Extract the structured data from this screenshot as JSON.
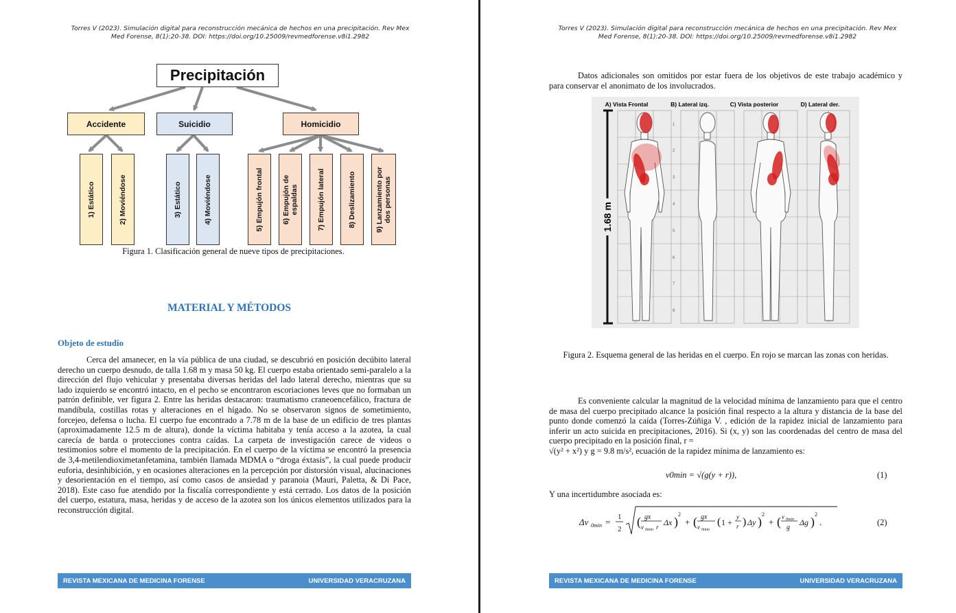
{
  "citation_line1": "Torres V (2023). Simulación digital para reconstrucción mecánica de hechos en una precipitación. Rev Mex",
  "citation_line2": "Med Forense, 8(1):20-38. DOI: https://doi.org/10.25009/revmedforense.v8i1.2982",
  "footer": {
    "left": "REVISTA MEXICANA DE MEDICINA FORENSE",
    "right": "UNIVERSIDAD VERACRUZANA"
  },
  "page1": {
    "diagram": {
      "root": "Precipitación",
      "categories": [
        "Accidente",
        "Suicidio",
        "Homicidio"
      ],
      "leaves": [
        "1) Estático",
        "2) Moviéndose",
        "3) Estático",
        "4) Moviéndose",
        "5) Empujón frontal",
        "6) Empujón de espaldas",
        "7) Empujón lateral",
        "8) Deslizamiento",
        "9) Lanzamiento por dos personas"
      ]
    },
    "figure_caption": "Figura 1. Clasificación general de nueve tipos de precipitaciones.",
    "section_title": "MATERIAL Y MÉTODOS",
    "subsection_title": "Objeto de estudio",
    "body": "Cerca del amanecer, en la vía pública de una ciudad, se descubrió en posición decúbito lateral derecho un cuerpo desnudo, de talla 1.68 m y masa 50 kg. El cuerpo estaba orientado semi-paralelo a la dirección del flujo vehicular y presentaba diversas heridas del lado lateral derecho, mientras que su lado izquierdo se encontró intacto, en el pecho se encontraron escoriaciones leves que no formaban un patrón definible, ver figura 2. Entre las heridas destacaron: traumatismo craneoencefálico, fractura de mandíbula, costillas rotas y alteraciones en el hígado. No se observaron signos de sometimiento, forcejeo, defensa o lucha. El cuerpo fue encontrado a 7.78 m de la base de un edificio de tres plantas (aproximadamente 12.5 m de altura), donde la víctima habitaba y tenía acceso a la azotea, la cual carecía de barda o protecciones contra caídas. La carpeta de investigación carece de videos o testimonios sobre el momento de la precipitación. En el cuerpo de la víctima se encontró la presencia de 3,4-metilendioximetanfetamina, también llamada MDMA o “droga éxtasis”, la cual puede producir euforia, desinhibición, y en ocasiones alteraciones en la percepción por distorsión visual, alucinaciones y desorientación en el tiempo, así como casos de ansiedad y paranoia (Mauri, Paletta, & Di Pace, 2018). Este caso fue atendido por la fiscalía correspondiente y está cerrado. Los datos de la posición del cuerpo, estatura, masa, heridas y de acceso de la azotea son los únicos elementos utilizados para la reconstrucción digital."
  },
  "page2": {
    "intro": "Datos adicionales son omitidos por estar fuera de los objetivos de este trabajo académico y para conservar el anonimato de los involucrados.",
    "figure": {
      "views": [
        "A) Vista Frontal",
        "B) Lateral izq.",
        "C) Vista posterior",
        "D) Lateral der."
      ],
      "height_label": "1.68 m",
      "grid_numbers": [
        "1",
        "2",
        "3",
        "4",
        "5",
        "6",
        "7",
        "8"
      ]
    },
    "figure_caption": "Figura 2. Esquema general de las heridas en el cuerpo. En rojo se marcan las zonas con heridas.",
    "body": "Es conveniente calcular la magnitud de la velocidad mínima de lanzamiento para que el centro de masa del cuerpo precipitado alcance la posición final respecto a la altura y distancia de la base del punto donde comenzó la caída (Torres-Zúñiga V. , edición de la rapidez inicial de lanzamiento para inferir un acto suicida en precipitaciones, 2016). Si (x, y) son las coordenadas del centro de masa del cuerpo precipitado en la posición final, r =",
    "body_line2": "√(y² + x²) y g = 9.8 m/s², ecuación de la rapidez mínima de lanzamiento es:",
    "eq1": "v0min = √(g(y + r)),",
    "eq1_number": "(1)",
    "uncertainty_intro": "Y una incertidumbre asociada es:",
    "eq2_number": "(2)"
  },
  "colors": {
    "heading": "#2e74b5",
    "footer": "#4a8fcc",
    "wound": "#d42020"
  }
}
